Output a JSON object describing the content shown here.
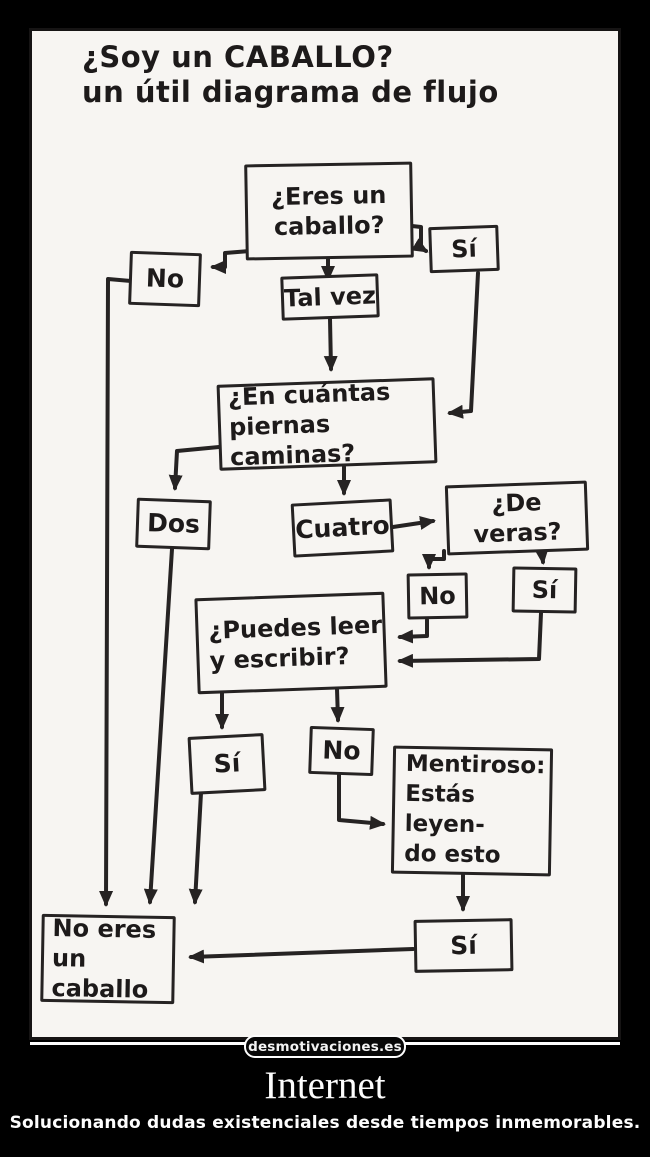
{
  "poster": {
    "title": "Internet",
    "subtitle": "Solucionando dudas existenciales desde tiempos inmemorables.",
    "watermark": "desmotivaciones.es"
  },
  "flowchart": {
    "heading": "¿Soy un CABALLO?\nun útil diagrama de flujo",
    "nodes": {
      "eres": "¿Eres un\ncaballo?",
      "no_top": "No",
      "si_top": "Sí",
      "tal_vez": "Tal vez",
      "en_cuantas": "¿En cuántas\npiernas caminas?",
      "dos": "Dos",
      "cuatro": "Cuatro",
      "de_veras": "¿De veras?",
      "no_de_veras": "No",
      "si_de_veras": "Sí",
      "puedes": "¿Puedes leer\ny escribir?",
      "si_puedes": "Sí",
      "no_puedes": "No",
      "mentiroso": "Mentiroso:\nEstás leyen-\ndo esto",
      "si_mentiroso": "Sí",
      "no_eres": "No eres un\ncaballo"
    },
    "edges": [
      [
        "eres",
        "no_top"
      ],
      [
        "eres",
        "tal_vez"
      ],
      [
        "eres",
        "si_top"
      ],
      [
        "tal_vez",
        "en_cuantas"
      ],
      [
        "si_top",
        "en_cuantas"
      ],
      [
        "en_cuantas",
        "dos"
      ],
      [
        "en_cuantas",
        "cuatro"
      ],
      [
        "cuatro",
        "de_veras"
      ],
      [
        "de_veras",
        "no_de_veras"
      ],
      [
        "de_veras",
        "si_de_veras"
      ],
      [
        "no_de_veras",
        "puedes"
      ],
      [
        "si_de_veras",
        "puedes"
      ],
      [
        "puedes",
        "si_puedes"
      ],
      [
        "puedes",
        "no_puedes"
      ],
      [
        "no_puedes",
        "mentiroso"
      ],
      [
        "mentiroso",
        "si_mentiroso"
      ],
      [
        "si_mentiroso",
        "no_eres"
      ],
      [
        "no_top",
        "no_eres"
      ],
      [
        "dos",
        "no_eres"
      ],
      [
        "si_puedes",
        "no_eres"
      ]
    ],
    "colors": {
      "ink": "#262323",
      "paper": "#f7f5f2",
      "background": "#000000",
      "caption_text": "#fdfdfd"
    }
  }
}
